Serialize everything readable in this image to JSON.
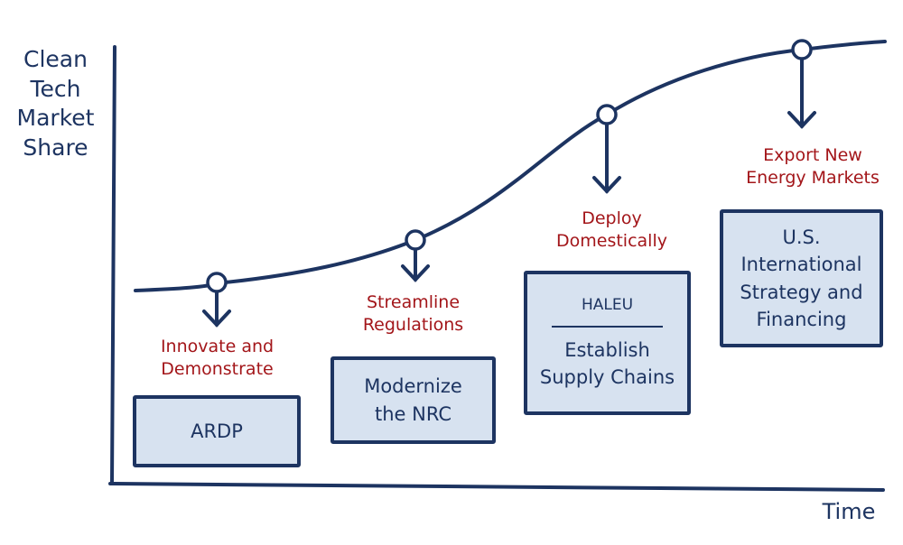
{
  "axes": {
    "y_label": "Clean Tech Market Share",
    "x_label": "Time"
  },
  "colors": {
    "navy": "#1d3461",
    "red": "#a3161a",
    "box_fill": "#d7e2f0"
  },
  "stages": [
    {
      "heading": "Innovate and Demonstrate",
      "box": "ARDP"
    },
    {
      "heading": "Streamline Regulations",
      "box": "Modernize the NRC"
    },
    {
      "heading": "Deploy Domestically",
      "box_top": "HALEU",
      "box": "Establish Supply Chains"
    },
    {
      "heading": "Export New Energy Markets",
      "box": "U.S. International Strategy and Financing"
    }
  ]
}
